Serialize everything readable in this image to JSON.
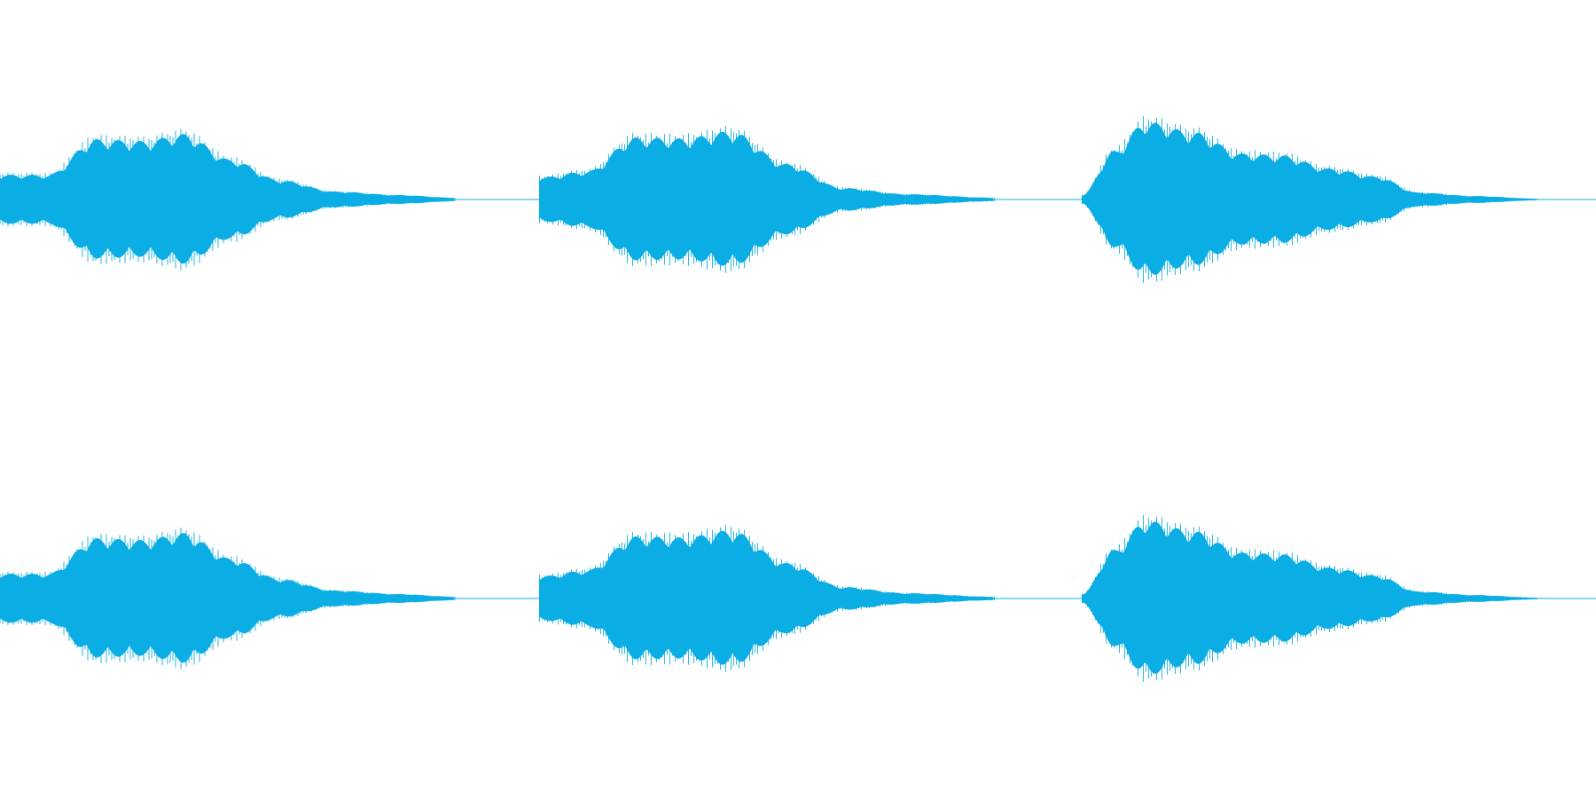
{
  "waveform": {
    "color": "#0aaee4",
    "background": "#ffffff",
    "channels": [
      "left",
      "right"
    ],
    "sounds": [
      {
        "onset": 0.0,
        "length": 0.155,
        "peaks": [
          {
            "t": 0.03,
            "a": 0.28
          },
          {
            "t": 0.06,
            "a": 0.68
          },
          {
            "t": 0.09,
            "a": 0.66
          },
          {
            "t": 0.115,
            "a": 0.74
          },
          {
            "t": 0.145,
            "a": 0.45
          },
          {
            "t": 0.175,
            "a": 0.22
          },
          {
            "t": 0.21,
            "a": 0.09
          },
          {
            "t": 0.25,
            "a": 0.05
          },
          {
            "t": 0.285,
            "a": 0.02
          }
        ]
      },
      {
        "onset": 0.338,
        "length": 0.155,
        "peaks": [
          {
            "t": 0.0,
            "a": 0.25
          },
          {
            "t": 0.03,
            "a": 0.32
          },
          {
            "t": 0.06,
            "a": 0.7
          },
          {
            "t": 0.09,
            "a": 0.69
          },
          {
            "t": 0.12,
            "a": 0.77
          },
          {
            "t": 0.155,
            "a": 0.4
          },
          {
            "t": 0.19,
            "a": 0.13
          },
          {
            "t": 0.23,
            "a": 0.06
          },
          {
            "t": 0.285,
            "a": 0.02
          }
        ]
      },
      {
        "onset": 0.678,
        "length": 0.145,
        "peaks": [
          {
            "t": 0.0,
            "a": 0.05
          },
          {
            "t": 0.02,
            "a": 0.55
          },
          {
            "t": 0.04,
            "a": 0.88
          },
          {
            "t": 0.07,
            "a": 0.76
          },
          {
            "t": 0.1,
            "a": 0.52
          },
          {
            "t": 0.125,
            "a": 0.5
          },
          {
            "t": 0.155,
            "a": 0.35
          },
          {
            "t": 0.185,
            "a": 0.26
          },
          {
            "t": 0.21,
            "a": 0.08
          },
          {
            "t": 0.245,
            "a": 0.04
          },
          {
            "t": 0.285,
            "a": 0.01
          }
        ]
      }
    ]
  }
}
